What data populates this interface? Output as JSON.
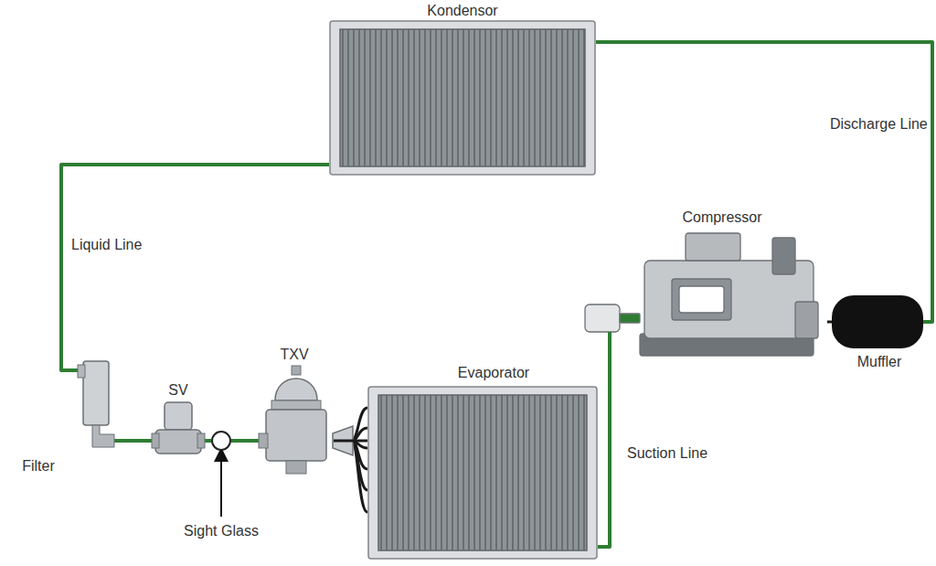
{
  "diagram": {
    "nodes": [
      {
        "text": [
          "Kondensor"
        ]
      },
      {
        "text": [
          "Compressor"
        ]
      },
      {
        "text": [
          "Muffler"
        ]
      },
      {
        "text": [
          "Filter"
        ]
      },
      {
        "text": [
          "SV"
        ]
      },
      {
        "text": [
          "Sight Glass"
        ]
      },
      {
        "text": [
          "TXV"
        ]
      },
      {
        "text": [
          "Evaporator"
        ]
      }
    ],
    "edges": [
      {
        "from": 1,
        "to": 2,
        "arrow": "none"
      },
      {
        "from": 2,
        "to": 0,
        "label": "Discharge Line",
        "arrow": "none"
      },
      {
        "from": 0,
        "to": 3,
        "label": "Liquid Line",
        "arrow": "none"
      },
      {
        "from": 3,
        "to": 4,
        "arrow": "none"
      },
      {
        "from": 4,
        "to": 5,
        "arrow": "none"
      },
      {
        "from": 5,
        "to": 6,
        "arrow": "none"
      },
      {
        "from": 6,
        "to": 7,
        "arrow": "none"
      },
      {
        "from": 7,
        "to": 1,
        "label": "Suction Line",
        "arrow": "none"
      }
    ]
  }
}
